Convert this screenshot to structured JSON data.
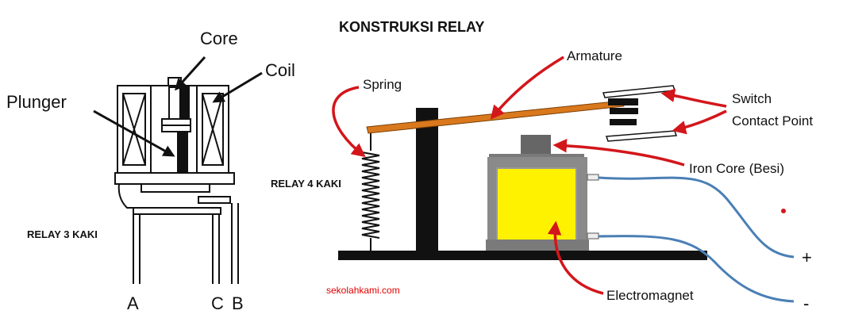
{
  "title": "KONSTRUKSI RELAY",
  "left_diagram": {
    "caption": "RELAY 3 KAKI",
    "labels": {
      "core": "Core",
      "coil": "Coil",
      "plunger": "Plunger",
      "terminal_a": "A",
      "terminal_c": "C",
      "terminal_b": "B"
    }
  },
  "right_diagram": {
    "caption": "RELAY 4 KAKI",
    "labels": {
      "spring": "Spring",
      "armature": "Armature",
      "switch_line1": "Switch",
      "switch_line2": "Contact Point",
      "iron_core": "Iron Core (Besi)",
      "electromagnet": "Electromagnet",
      "plus": "+",
      "minus": "-"
    }
  },
  "watermark": "sekolahkami.com",
  "colors": {
    "arrow": "#d3161b",
    "armature": "#d9781c",
    "coil_fill": "#fff200",
    "wire": "#4a7fb5",
    "core": "#666666",
    "frame": "#111111"
  }
}
